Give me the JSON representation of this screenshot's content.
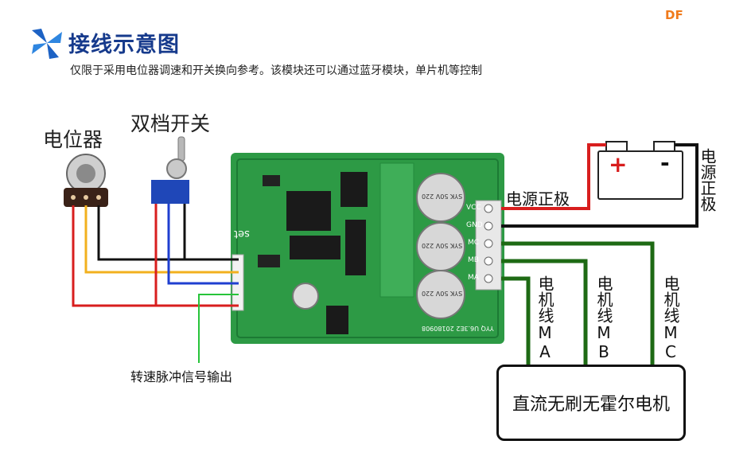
{
  "header": {
    "title": "接线示意图",
    "subtitle": "仅限于采用电位器调速和开关换向参考。该模块还可以通过蓝牙模块，单片机等控制",
    "brand": "DF"
  },
  "labels": {
    "potentiometer": "电位器",
    "switch": "双档开关",
    "power_positive": "电源正极",
    "power_negative": "电源正极",
    "speed_output": "转速脉冲信号输出",
    "motor": "直流无刷无霍尔电机",
    "battery_plus": "+",
    "battery_minus": "-"
  },
  "motor_wires": [
    {
      "label": "电机线MA"
    },
    {
      "label": "电机线MB"
    },
    {
      "label": "电机线MC"
    }
  ],
  "board": {
    "pin_labels": [
      "VCC",
      "GND",
      "MC",
      "MB",
      "MA"
    ],
    "left_label": "set",
    "capacitor_text": "SYK 50V 220",
    "bottom_text": "YYQ U6.3E2 20180908"
  },
  "colors": {
    "board": "#2d9a45",
    "wire_black": "#111111",
    "wire_red": "#d81e1e",
    "wire_yellow": "#f2b01e",
    "wire_blue": "#1f3fd0",
    "wire_green_light": "#27c43a",
    "wire_green_dark": "#1e6a14",
    "title": "#163a8c",
    "brand": "#f07a1a"
  },
  "icons": {
    "logo": "pinwheel-icon"
  }
}
